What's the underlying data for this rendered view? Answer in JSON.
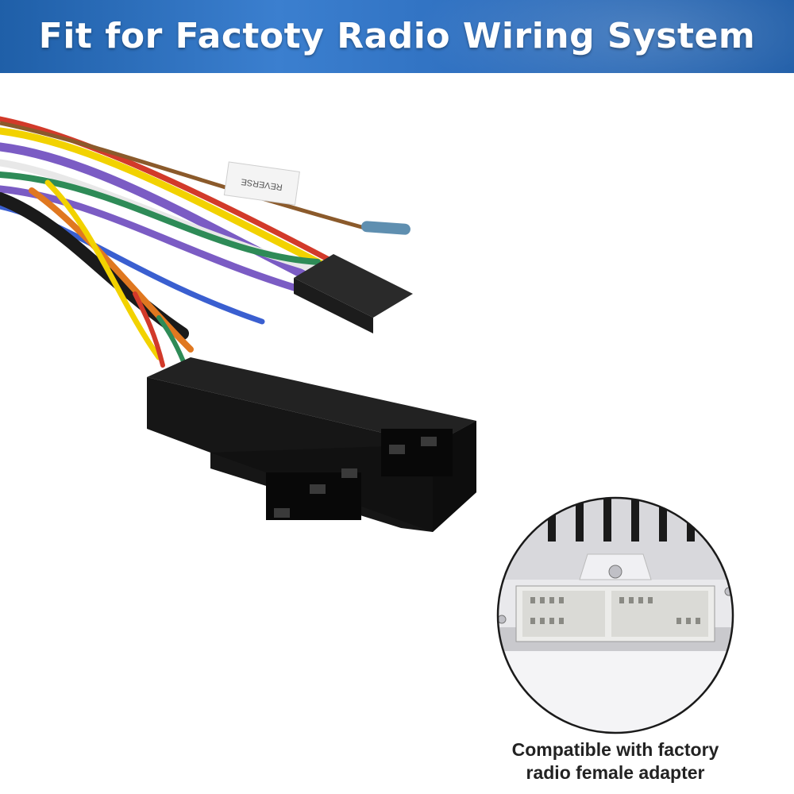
{
  "banner": {
    "title": "Fit for Factoty Radio Wiring System",
    "colors": {
      "from": "#1f5fa8",
      "to": "#3b7fcf",
      "text": "#ffffff"
    }
  },
  "product": {
    "tag_text": "REVERSE",
    "wire_colors": [
      "#8b5a2b",
      "#7b5cc4",
      "#2e8b57",
      "#1a1a1a",
      "#f2d200",
      "#e07820",
      "#d23a2a",
      "#3a5fd0",
      "#ffffff"
    ]
  },
  "inset": {
    "caption_line1": "Compatible with factory",
    "caption_line2": "radio female adapter"
  }
}
